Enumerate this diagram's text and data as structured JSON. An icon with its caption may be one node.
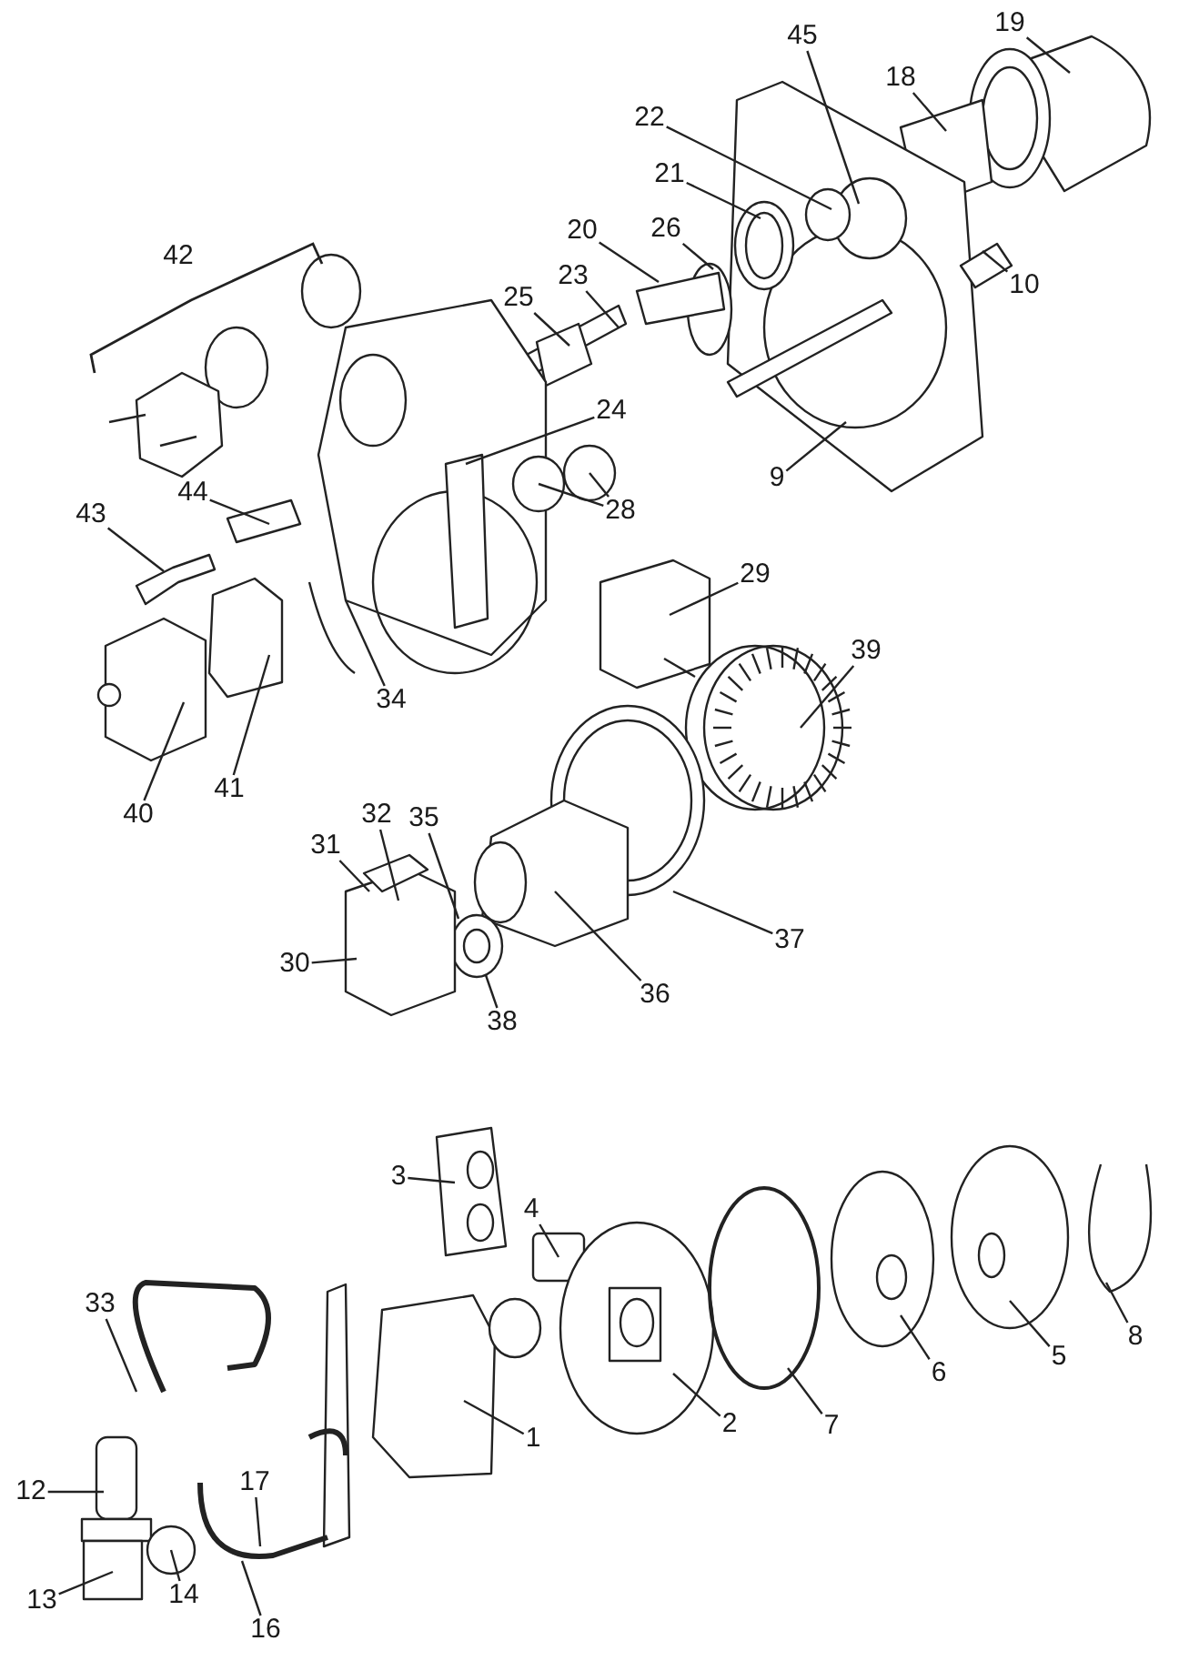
{
  "diagram": {
    "nodes": [
      {
        "text": [
          "45"
        ]
      },
      {
        "text": [
          "19"
        ]
      },
      {
        "text": [
          "18"
        ]
      },
      {
        "text": [
          "22"
        ]
      },
      {
        "text": [
          "21"
        ]
      },
      {
        "text": [
          "26"
        ]
      },
      {
        "text": [
          "20"
        ]
      },
      {
        "text": [
          "10"
        ]
      },
      {
        "text": [
          "23"
        ]
      },
      {
        "text": [
          "25"
        ]
      },
      {
        "text": [
          "24"
        ]
      },
      {
        "text": [
          "9"
        ]
      },
      {
        "text": [
          "28"
        ]
      },
      {
        "text": [
          "44"
        ]
      },
      {
        "text": [
          "43"
        ]
      },
      {
        "text": [
          "29"
        ]
      },
      {
        "text": [
          "39"
        ]
      },
      {
        "text": [
          "34"
        ]
      },
      {
        "text": [
          "41"
        ]
      },
      {
        "text": [
          "40"
        ]
      },
      {
        "text": [
          "32"
        ]
      },
      {
        "text": [
          "35"
        ]
      },
      {
        "text": [
          "31"
        ]
      },
      {
        "text": [
          "30"
        ]
      },
      {
        "text": [
          "38"
        ]
      },
      {
        "text": [
          "36"
        ]
      },
      {
        "text": [
          "37"
        ]
      },
      {
        "text": [
          "3"
        ]
      },
      {
        "text": [
          "4"
        ]
      },
      {
        "text": [
          "33"
        ]
      },
      {
        "text": [
          "1"
        ]
      },
      {
        "text": [
          "2"
        ]
      },
      {
        "text": [
          "7"
        ]
      },
      {
        "text": [
          "6"
        ]
      },
      {
        "text": [
          "5"
        ]
      },
      {
        "text": [
          "8"
        ]
      },
      {
        "text": [
          "12"
        ]
      },
      {
        "text": [
          "17"
        ]
      },
      {
        "text": [
          "13"
        ]
      },
      {
        "text": [
          "14"
        ]
      },
      {
        "text": [
          "16"
        ]
      }
    ],
    "edges": [
      {
        "from": 0,
        "to": null,
        "arrow": "none"
      },
      {
        "from": 1,
        "to": null,
        "arrow": "none"
      },
      {
        "from": 2,
        "to": null,
        "arrow": "none"
      },
      {
        "from": 3,
        "to": null,
        "arrow": "none"
      },
      {
        "from": 4,
        "to": null,
        "arrow": "none"
      },
      {
        "from": 5,
        "to": null,
        "arrow": "none"
      },
      {
        "from": 6,
        "to": null,
        "arrow": "none"
      },
      {
        "from": 7,
        "to": null,
        "arrow": "none"
      },
      {
        "from": 8,
        "to": null,
        "arrow": "none"
      },
      {
        "from": 9,
        "to": null,
        "arrow": "none"
      },
      {
        "from": 10,
        "to": null,
        "arrow": "none"
      },
      {
        "from": 11,
        "to": null,
        "arrow": "none"
      },
      {
        "from": 12,
        "to": null,
        "arrow": "none"
      },
      {
        "from": 12,
        "to": null,
        "arrow": "none"
      },
      {
        "from": 13,
        "to": null,
        "arrow": "none"
      },
      {
        "from": 14,
        "to": null,
        "arrow": "none"
      },
      {
        "from": 15,
        "to": null,
        "arrow": "none"
      },
      {
        "from": 16,
        "to": null,
        "arrow": "none"
      },
      {
        "from": 17,
        "to": null,
        "arrow": "none"
      },
      {
        "from": 18,
        "to": null,
        "arrow": "none"
      },
      {
        "from": 19,
        "to": null,
        "arrow": "none"
      },
      {
        "from": 20,
        "to": null,
        "arrow": "none"
      },
      {
        "from": 21,
        "to": null,
        "arrow": "none"
      },
      {
        "from": 22,
        "to": null,
        "arrow": "none"
      },
      {
        "from": 23,
        "to": null,
        "arrow": "none"
      },
      {
        "from": 24,
        "to": null,
        "arrow": "none"
      },
      {
        "from": 25,
        "to": null,
        "arrow": "none"
      },
      {
        "from": 26,
        "to": null,
        "arrow": "none"
      },
      {
        "from": 27,
        "to": null,
        "arrow": "none"
      },
      {
        "from": 28,
        "to": null,
        "arrow": "none"
      },
      {
        "from": 29,
        "to": null,
        "arrow": "none"
      },
      {
        "from": 30,
        "to": null,
        "arrow": "none"
      },
      {
        "from": 31,
        "to": null,
        "arrow": "none"
      },
      {
        "from": 32,
        "to": null,
        "arrow": "none"
      },
      {
        "from": 33,
        "to": null,
        "arrow": "none"
      },
      {
        "from": 34,
        "to": null,
        "arrow": "none"
      },
      {
        "from": 35,
        "to": null,
        "arrow": "none"
      },
      {
        "from": 36,
        "to": null,
        "arrow": "none"
      },
      {
        "from": 37,
        "to": null,
        "arrow": "none"
      },
      {
        "from": 38,
        "to": null,
        "arrow": "none"
      },
      {
        "from": 39,
        "to": null,
        "arrow": "none"
      },
      {
        "from": 40,
        "to": null,
        "arrow": "none"
      }
    ],
    "labels": [
      "42"
    ]
  }
}
